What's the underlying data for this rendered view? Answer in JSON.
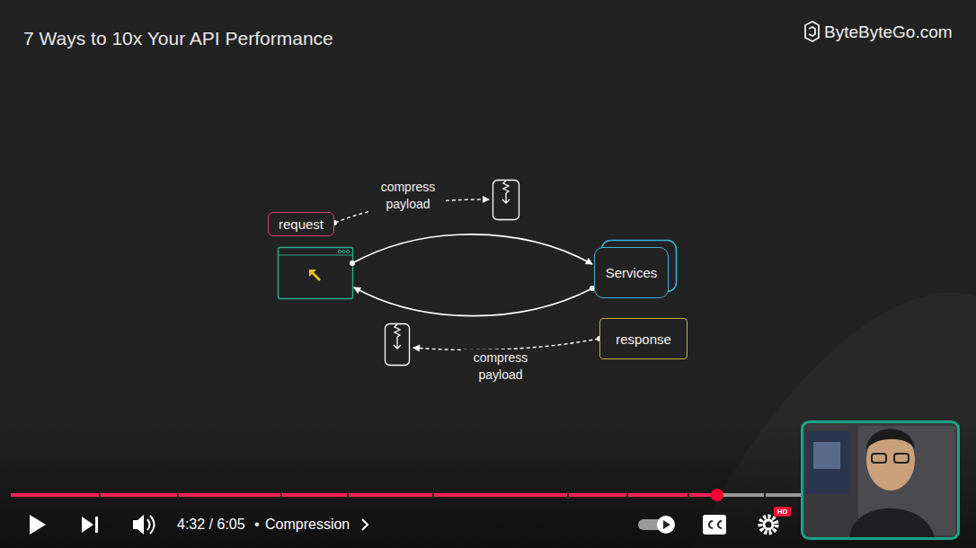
{
  "diagram": {
    "title": "7 Ways to 10x Your API Performance",
    "nodes": [
      {
        "text": [
          "request"
        ]
      },
      {
        "text": [
          "Services"
        ]
      },
      {
        "text": [
          "response"
        ]
      }
    ],
    "labels": [
      "ByteByteGo.com",
      "compress payload",
      "compress payload",
      "4:32 / 6:05",
      "•",
      "Compression",
      "HD"
    ]
  }
}
